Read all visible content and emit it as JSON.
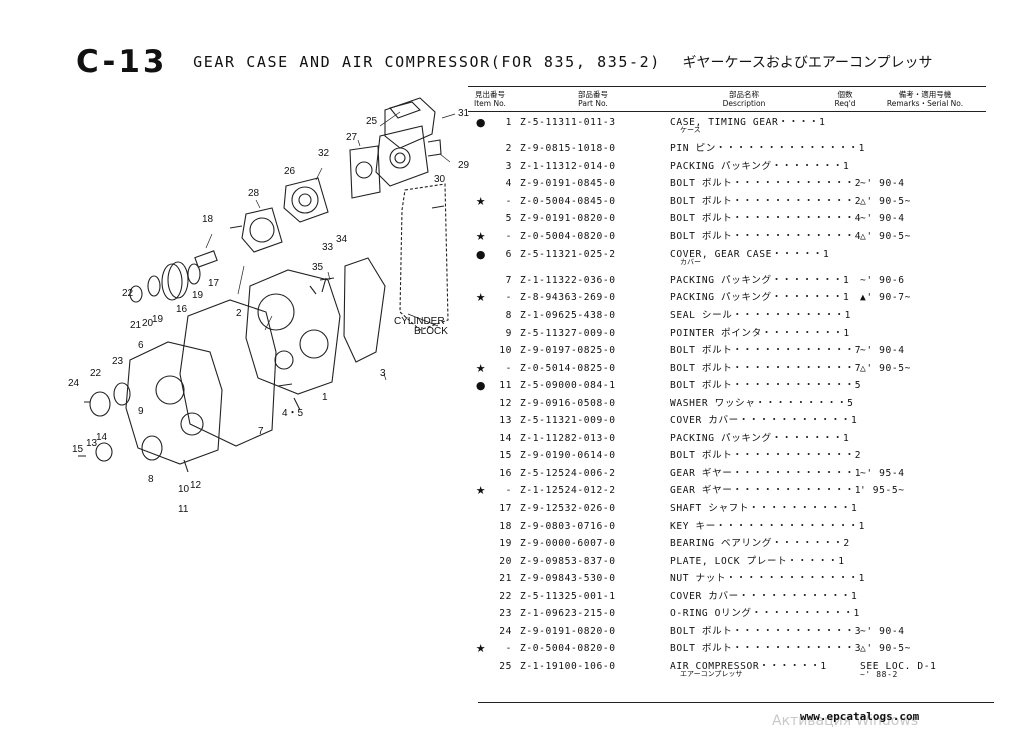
{
  "header": {
    "code": "C-13",
    "title_en": "GEAR CASE AND AIR COMPRESSOR(FOR 835, 835-2)",
    "title_jp": "ギヤーケースおよびエアーコンプレッサ"
  },
  "columns": {
    "item": [
      "見出番号",
      "Item No."
    ],
    "part": [
      "部品番号",
      "Part No."
    ],
    "desc": [
      "部品名称",
      "Description"
    ],
    "qty": [
      "個数",
      "Req'd"
    ],
    "remarks": [
      "備考・適用号機",
      "Remarks・Serial No."
    ]
  },
  "diagram": {
    "labels": [
      "31",
      "25",
      "27",
      "29",
      "30",
      "32",
      "26",
      "28",
      "33",
      "34",
      "18",
      "17",
      "19",
      "35",
      "16",
      "22",
      "21",
      "20",
      "19",
      "2",
      "CYLINDER",
      "BLOCK",
      "6",
      "23",
      "1",
      "24",
      "22",
      "3",
      "9",
      "4・5",
      "14",
      "13",
      "7",
      "15",
      "8",
      "10",
      "12",
      "11"
    ]
  },
  "parts": [
    {
      "mark": "●",
      "item": "1",
      "part": "Z-5-11311-011-3",
      "desc": "CASE, TIMING GEAR・・・・1",
      "desc_jp": "ケース",
      "qty": "",
      "remarks": "",
      "remarks2": ""
    },
    {
      "mark": "",
      "item": "2",
      "part": "Z-9-0815-1018-0",
      "desc": "PIN ピン・・・・・・・・・・・・・・1",
      "desc_jp": "",
      "qty": "",
      "remarks": "",
      "remarks2": ""
    },
    {
      "mark": "",
      "item": "3",
      "part": "Z-1-11312-014-0",
      "desc": "PACKING パッキング・・・・・・・1",
      "desc_jp": "",
      "qty": "",
      "remarks": "",
      "remarks2": ""
    },
    {
      "mark": "",
      "item": "4",
      "part": "Z-9-0191-0845-0",
      "desc": "BOLT ボルト・・・・・・・・・・・・2",
      "desc_jp": "",
      "qty": "",
      "remarks": "~' 90-4",
      "remarks2": ""
    },
    {
      "mark": "★",
      "item": "-",
      "part": "Z-0-5004-0845-0",
      "desc": "BOLT ボルト・・・・・・・・・・・・2",
      "desc_jp": "",
      "qty": "",
      "remarks": "△' 90-5~",
      "remarks2": ""
    },
    {
      "mark": "",
      "item": "5",
      "part": "Z-9-0191-0820-0",
      "desc": "BOLT ボルト・・・・・・・・・・・・4",
      "desc_jp": "",
      "qty": "",
      "remarks": "~' 90-4",
      "remarks2": ""
    },
    {
      "mark": "★",
      "item": "-",
      "part": "Z-0-5004-0820-0",
      "desc": "BOLT ボルト・・・・・・・・・・・・4",
      "desc_jp": "",
      "qty": "",
      "remarks": "△' 90-5~",
      "remarks2": ""
    },
    {
      "mark": "●",
      "item": "6",
      "part": "Z-5-11321-025-2",
      "desc": "COVER, GEAR CASE・・・・・1",
      "desc_jp": "カバー",
      "qty": "",
      "remarks": "",
      "remarks2": ""
    },
    {
      "mark": "",
      "item": "7",
      "part": "Z-1-11322-036-0",
      "desc": "PACKING パッキング・・・・・・・1",
      "desc_jp": "",
      "qty": "",
      "remarks": "~' 90-6",
      "remarks2": ""
    },
    {
      "mark": "★",
      "item": "-",
      "part": "Z-8-94363-269-0",
      "desc": "PACKING パッキング・・・・・・・1",
      "desc_jp": "",
      "qty": "",
      "remarks": "▲' 90-7~",
      "remarks2": ""
    },
    {
      "mark": "",
      "item": "8",
      "part": "Z-1-09625-438-0",
      "desc": "SEAL シール・・・・・・・・・・・1",
      "desc_jp": "",
      "qty": "",
      "remarks": "",
      "remarks2": ""
    },
    {
      "mark": "",
      "item": "9",
      "part": "Z-5-11327-009-0",
      "desc": "POINTER ポインタ・・・・・・・・1",
      "desc_jp": "",
      "qty": "",
      "remarks": "",
      "remarks2": ""
    },
    {
      "mark": "",
      "item": "10",
      "part": "Z-9-0197-0825-0",
      "desc": "BOLT ボルト・・・・・・・・・・・・7",
      "desc_jp": "",
      "qty": "",
      "remarks": "~' 90-4",
      "remarks2": ""
    },
    {
      "mark": "★",
      "item": "-",
      "part": "Z-0-5014-0825-0",
      "desc": "BOLT ボルト・・・・・・・・・・・・7",
      "desc_jp": "",
      "qty": "",
      "remarks": "△' 90-5~",
      "remarks2": ""
    },
    {
      "mark": "●",
      "item": "11",
      "part": "Z-5-09000-084-1",
      "desc": "BOLT ボルト・・・・・・・・・・・・5",
      "desc_jp": "",
      "qty": "",
      "remarks": "",
      "remarks2": ""
    },
    {
      "mark": "",
      "item": "12",
      "part": "Z-9-0916-0508-0",
      "desc": "WASHER ワッシャ・・・・・・・・・5",
      "desc_jp": "",
      "qty": "",
      "remarks": "",
      "remarks2": ""
    },
    {
      "mark": "",
      "item": "13",
      "part": "Z-5-11321-009-0",
      "desc": "COVER カバー・・・・・・・・・・・1",
      "desc_jp": "",
      "qty": "",
      "remarks": "",
      "remarks2": ""
    },
    {
      "mark": "",
      "item": "14",
      "part": "Z-1-11282-013-0",
      "desc": "PACKING パッキング・・・・・・・1",
      "desc_jp": "",
      "qty": "",
      "remarks": "",
      "remarks2": ""
    },
    {
      "mark": "",
      "item": "15",
      "part": "Z-9-0190-0614-0",
      "desc": "BOLT ボルト・・・・・・・・・・・・2",
      "desc_jp": "",
      "qty": "",
      "remarks": "",
      "remarks2": ""
    },
    {
      "mark": "",
      "item": "16",
      "part": "Z-5-12524-006-2",
      "desc": "GEAR ギヤー・・・・・・・・・・・・1",
      "desc_jp": "",
      "qty": "",
      "remarks": "~' 95-4",
      "remarks2": ""
    },
    {
      "mark": "★",
      "item": "-",
      "part": "Z-1-12524-012-2",
      "desc": "GEAR ギヤー・・・・・・・・・・・・1",
      "desc_jp": "",
      "qty": "",
      "remarks": "' 95-5~",
      "remarks2": ""
    },
    {
      "mark": "",
      "item": "17",
      "part": "Z-9-12532-026-0",
      "desc": "SHAFT シャフト・・・・・・・・・・1",
      "desc_jp": "",
      "qty": "",
      "remarks": "",
      "remarks2": ""
    },
    {
      "mark": "",
      "item": "18",
      "part": "Z-9-0803-0716-0",
      "desc": "KEY キー・・・・・・・・・・・・・・1",
      "desc_jp": "",
      "qty": "",
      "remarks": "",
      "remarks2": ""
    },
    {
      "mark": "",
      "item": "19",
      "part": "Z-9-0000-6007-0",
      "desc": "BEARING ベアリング・・・・・・・2",
      "desc_jp": "",
      "qty": "",
      "remarks": "",
      "remarks2": ""
    },
    {
      "mark": "",
      "item": "20",
      "part": "Z-9-09853-837-0",
      "desc": "PLATE, LOCK プレート・・・・・1",
      "desc_jp": "",
      "qty": "",
      "remarks": "",
      "remarks2": ""
    },
    {
      "mark": "",
      "item": "21",
      "part": "Z-9-09843-530-0",
      "desc": "NUT ナット・・・・・・・・・・・・・1",
      "desc_jp": "",
      "qty": "",
      "remarks": "",
      "remarks2": ""
    },
    {
      "mark": "",
      "item": "22",
      "part": "Z-5-11325-001-1",
      "desc": "COVER カバー・・・・・・・・・・・1",
      "desc_jp": "",
      "qty": "",
      "remarks": "",
      "remarks2": ""
    },
    {
      "mark": "",
      "item": "23",
      "part": "Z-1-09623-215-0",
      "desc": "O-RING Oリング・・・・・・・・・・1",
      "desc_jp": "",
      "qty": "",
      "remarks": "",
      "remarks2": ""
    },
    {
      "mark": "",
      "item": "24",
      "part": "Z-9-0191-0820-0",
      "desc": "BOLT ボルト・・・・・・・・・・・・3",
      "desc_jp": "",
      "qty": "",
      "remarks": "~' 90-4",
      "remarks2": ""
    },
    {
      "mark": "★",
      "item": "-",
      "part": "Z-0-5004-0820-0",
      "desc": "BOLT ボルト・・・・・・・・・・・・3",
      "desc_jp": "",
      "qty": "",
      "remarks": "△' 90-5~",
      "remarks2": ""
    },
    {
      "mark": "",
      "item": "25",
      "part": "Z-1-19100-106-0",
      "desc": "AIR COMPRESSOR・・・・・・1",
      "desc_jp": "エアーコンプレッサ",
      "qty": "",
      "remarks": "SEE LOC. D-1",
      "remarks2": "~' 88-2"
    }
  ],
  "footer": {
    "site": "www.epcatalogs.com",
    "watermark": "Активация Windows"
  }
}
